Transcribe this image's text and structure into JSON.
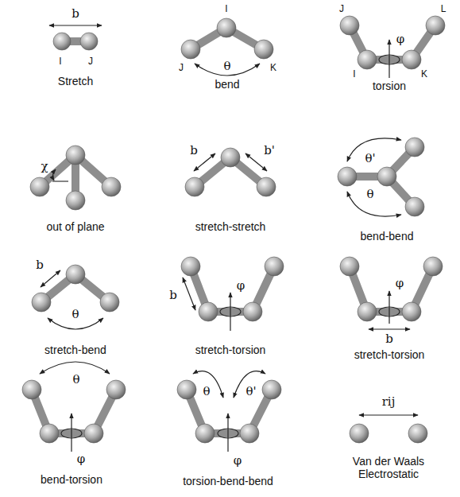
{
  "diagram": {
    "labels": [
      "b",
      "I",
      "J",
      "Stretch",
      "I",
      "θ",
      "J",
      "K",
      "bend",
      "J",
      "L",
      "φ",
      "I",
      "K",
      "torsion",
      "χ",
      "out of plane",
      "b",
      "b'",
      "stretch-stretch",
      "θ'",
      "θ",
      "bend-bend",
      "b",
      "θ",
      "stretch-bend",
      "φ",
      "b",
      "stretch-torsion",
      "φ",
      "b",
      "stretch-torsion",
      "θ",
      "φ",
      "bend-torsion",
      "θ",
      "θ'",
      "φ",
      "torsion-bend-bend",
      "rij",
      "Van der Waals Electrostatic"
    ]
  }
}
